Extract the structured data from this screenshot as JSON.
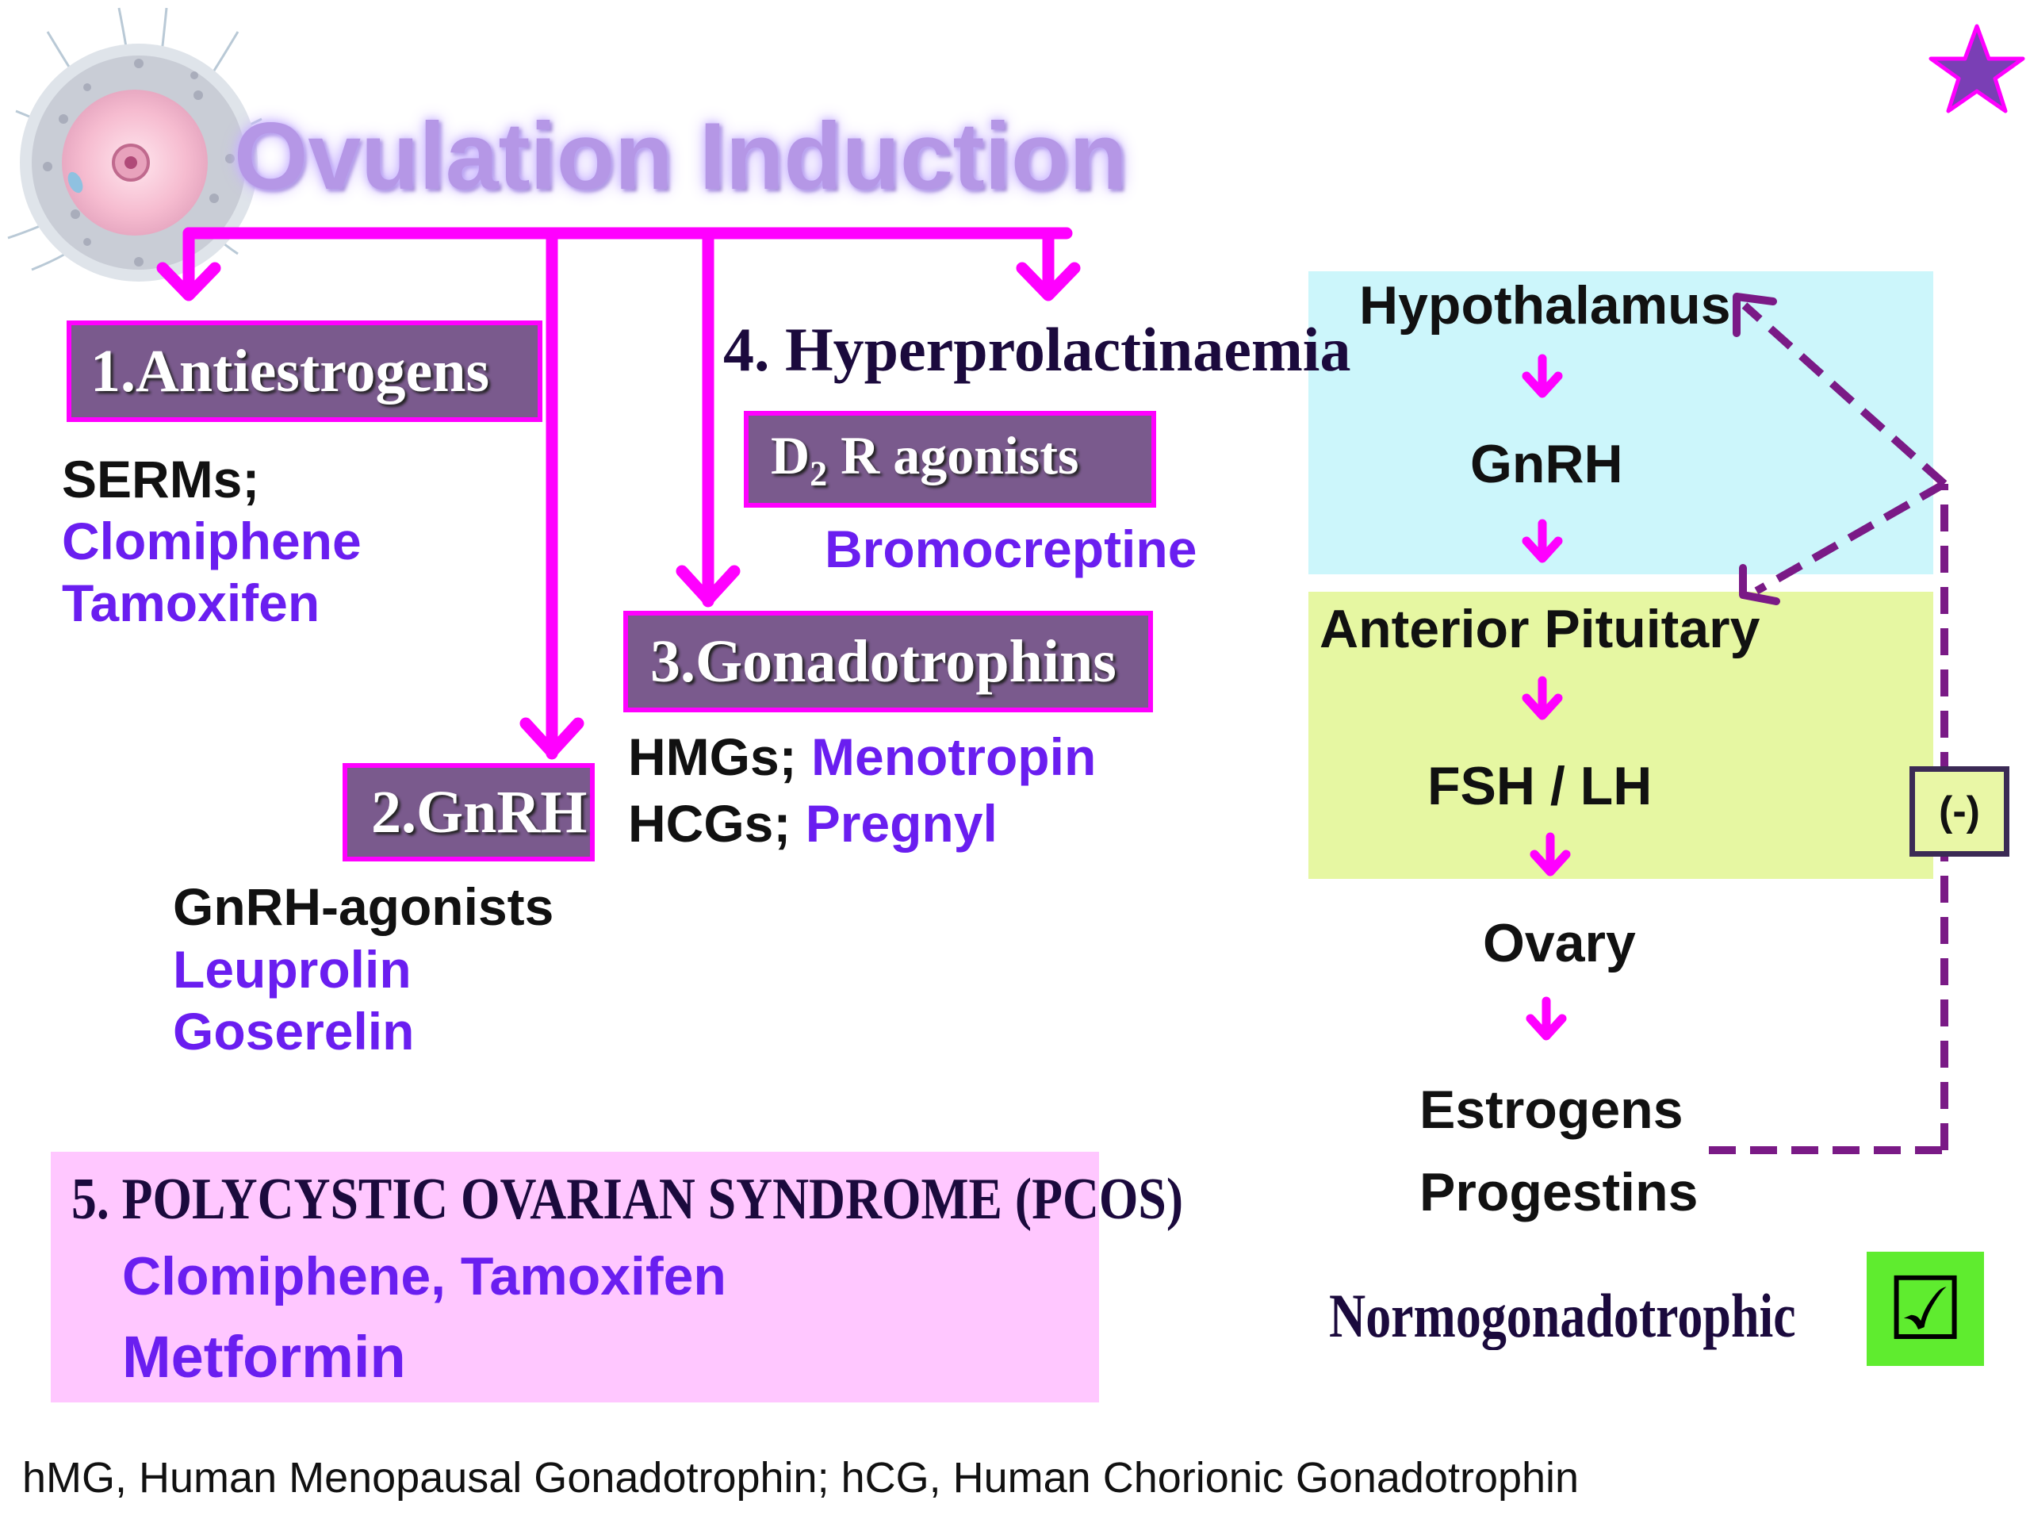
{
  "title": "Ovulation Induction",
  "categories": {
    "antiestrogens": {
      "label": "1.Antiestrogens",
      "class_label": "SERMs;",
      "drugs": [
        "Clomiphene",
        "Tamoxifen"
      ]
    },
    "gnrh": {
      "label": "2.GnRH",
      "class_label": "GnRH-agonists",
      "drugs": [
        "Leuprolin",
        "Goserelin"
      ]
    },
    "gonadotrophins": {
      "label": "3.Gonadotrophins",
      "rows": [
        {
          "class_label": "HMGs;",
          "drug": "Menotropin"
        },
        {
          "class_label": "HCGs;",
          "drug": "Pregnyl"
        }
      ]
    },
    "hyperprolactinaemia": {
      "label": "4. Hyperprolactinaemia",
      "sub_box_label": "D",
      "sub_box_subscript": "2",
      "sub_box_suffix": " R agonists",
      "drug": "Bromocreptine"
    },
    "pcos": {
      "label": "5. POLYCYSTIC OVARIAN SYNDROME (PCOS)",
      "drugs": [
        "Clomiphene, Tamoxifen",
        "Metformin"
      ]
    }
  },
  "axis": {
    "levels": [
      "Hypothalamus",
      "GnRH",
      "Anterior Pituitary",
      "FSH / LH",
      "Ovary",
      "Estrogens",
      "Progestins"
    ],
    "feedback_label": "(-)",
    "normo_label": "Normogonadotrophic",
    "check_symbol": "☑"
  },
  "colors": {
    "arrow": "#ff00ff",
    "category_box_fill": "#7a5a8d",
    "drug_text": "#6a1ef0",
    "hypothalamus_band": "#ccf6fb",
    "pituitary_band": "#e6f7a2",
    "pcos_box": "#ffc7ff",
    "feedback_dash": "#7a1a86",
    "check_box": "#5fec2f",
    "star": "#7a3fb5"
  },
  "footnote": "hMG, Human Menopausal Gonadotrophin; hCG, Human Chorionic Gonadotrophin"
}
